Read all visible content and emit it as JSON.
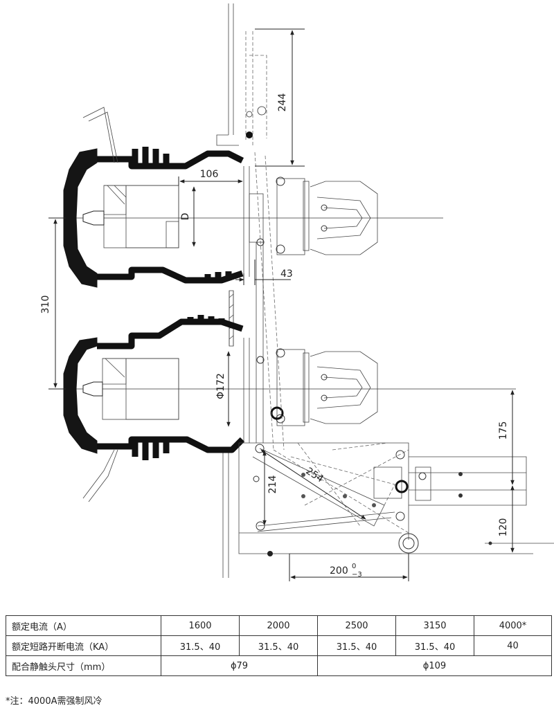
{
  "dimensions": {
    "d244": "244",
    "d106": "106",
    "dD": "D",
    "d43": "43",
    "d310": "310",
    "d172": "Φ172",
    "d175": "175",
    "d254": "254",
    "d214": "214",
    "d120": "120",
    "d200": "200",
    "d200_upper": "0",
    "d200_lower": "−3"
  },
  "table": {
    "rows": [
      {
        "label": "额定电流（A）",
        "cells": [
          "1600",
          "2000",
          "2500",
          "3150",
          "4000*"
        ]
      },
      {
        "label": "额定短路开断电流（KA）",
        "cells": [
          "31.5、40",
          "31.5、40",
          "31.5、40",
          "31.5、40",
          "40"
        ]
      },
      {
        "label": "配合静触头尺寸（mm）",
        "cells": [
          "ϕ79",
          "ϕ109"
        ]
      }
    ]
  },
  "note": "*注：4000A需强制风冷"
}
